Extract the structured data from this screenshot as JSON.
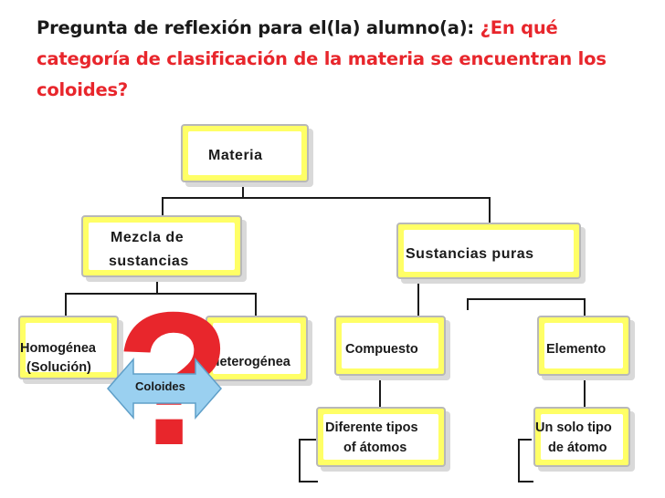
{
  "title": {
    "lead": "Pregunta de reflexión para el(la) alumno(a): ",
    "question": "¿En qué categoría de clasificación de la materia se encuentran los coloides?"
  },
  "nodes": {
    "materia": "Materia",
    "mezcla_line1": "Mezcla de",
    "mezcla_line2": "sustancias",
    "sustancias_puras": "Sustancias puras",
    "homogenea_line1": "Homogénea",
    "homogenea_line2": "(Solución)",
    "heterogenea": "Heterogénea",
    "compuesto": "Compuesto",
    "elemento": "Elemento",
    "diferente_line1": "Diferente tipos",
    "diferente_line2": "of átomos",
    "unsolo_line1": "Un solo tipo",
    "unsolo_line2": "de átomo",
    "coloides": "Coloides"
  },
  "question_mark": "?",
  "colors": {
    "question": "#e8262c",
    "box_fill": "#ffff66",
    "arrow": "#9ad0f0"
  }
}
